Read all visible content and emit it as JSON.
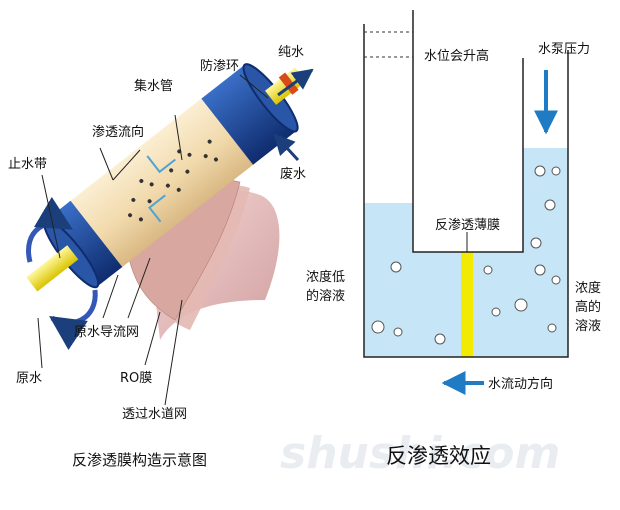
{
  "left_diagram": {
    "labels": {
      "pure_water": "纯水",
      "anti_seep_ring": "防渗环",
      "collect_pipe": "集水管",
      "permeate_direction": "渗透流向",
      "water_stop_band": "止水带",
      "waste_water": "废水",
      "feed_guide_net": "原水导流网",
      "ro_membrane": "RO膜",
      "permeate_channel_net": "透过水道网",
      "feed_water": "原水"
    },
    "caption": "反渗透膜构造示意图"
  },
  "right_diagram": {
    "labels": {
      "level_rises": "水位会升高",
      "pump_pressure": "水泵压力",
      "ro_membrane": "反渗透薄膜",
      "low_conc": [
        "浓度低",
        "的溶液"
      ],
      "high_conc": [
        "浓度",
        "高的",
        "溶液"
      ],
      "flow_direction": "水流动方向"
    },
    "caption": "反渗透效应"
  },
  "watermark": "shushi.com",
  "colors": {
    "water": "#c6e6f7",
    "membrane": "#f2ea00",
    "arrow_blue": "#1e7bc4",
    "cylinder_navy": "#1d3f8f",
    "cylinder_body": "#f2ddb4"
  }
}
